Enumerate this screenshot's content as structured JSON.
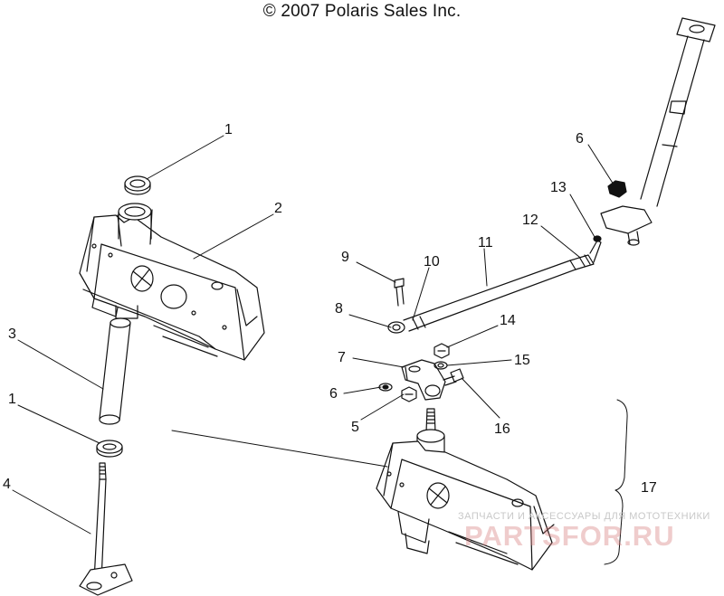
{
  "header": {
    "copyright": "© 2007 Polaris Sales Inc."
  },
  "watermark": {
    "tagline": "ЗАПЧАСТИ И АКСЕССУАРЫ ДЛЯ МОТОТЕХНИКИ",
    "brand": "PARTSFOR.RU",
    "brand_color": "#d67878"
  },
  "callouts": [
    {
      "id": "c1a",
      "label": "1"
    },
    {
      "id": "c2",
      "label": "2"
    },
    {
      "id": "c3",
      "label": "3"
    },
    {
      "id": "c1b",
      "label": "1"
    },
    {
      "id": "c4",
      "label": "4"
    },
    {
      "id": "c6a",
      "label": "6"
    },
    {
      "id": "c13",
      "label": "13"
    },
    {
      "id": "c12",
      "label": "12"
    },
    {
      "id": "c11",
      "label": "11"
    },
    {
      "id": "c10",
      "label": "10"
    },
    {
      "id": "c9",
      "label": "9"
    },
    {
      "id": "c8",
      "label": "8"
    },
    {
      "id": "c14",
      "label": "14"
    },
    {
      "id": "c7",
      "label": "7"
    },
    {
      "id": "c15",
      "label": "15"
    },
    {
      "id": "c6b",
      "label": "6"
    },
    {
      "id": "c5",
      "label": "5"
    },
    {
      "id": "c16",
      "label": "16"
    },
    {
      "id": "c17",
      "label": "17"
    }
  ]
}
